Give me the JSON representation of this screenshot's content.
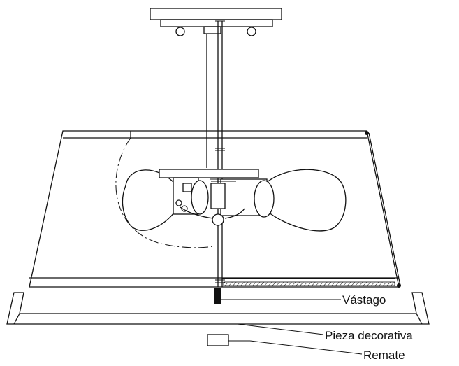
{
  "labels": {
    "rod": "Vástago",
    "decorative_piece": "Pieza decorativa",
    "finial": "Remate"
  }
}
